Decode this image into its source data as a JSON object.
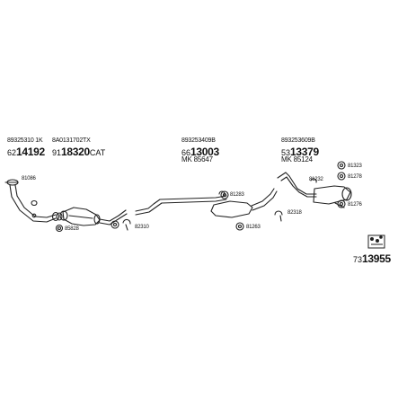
{
  "groups": [
    {
      "oem": "89325310 1K",
      "pre": "62",
      "code": "14192",
      "suffix": ""
    },
    {
      "oem": "8A0131702TX",
      "pre": "91",
      "code": "18320",
      "suffix": "CAT"
    },
    {
      "oem": "893253409B",
      "pre": "66",
      "code": "13003",
      "suffix": "",
      "mk": "MK  85647"
    },
    {
      "oem": "893253609B",
      "pre": "53",
      "code": "13379",
      "suffix": "",
      "mk": "MK  85124"
    }
  ],
  "callouts": {
    "c81086": "81086",
    "c85828": "85828",
    "c82310a": "82310",
    "c81283": "81283",
    "c81263": "81263",
    "c82318": "82318",
    "c81232": "81232",
    "c81323": "81323",
    "c81278": "81278",
    "c81276": "81276"
  },
  "kit": {
    "pre": "73",
    "code": "13955"
  }
}
